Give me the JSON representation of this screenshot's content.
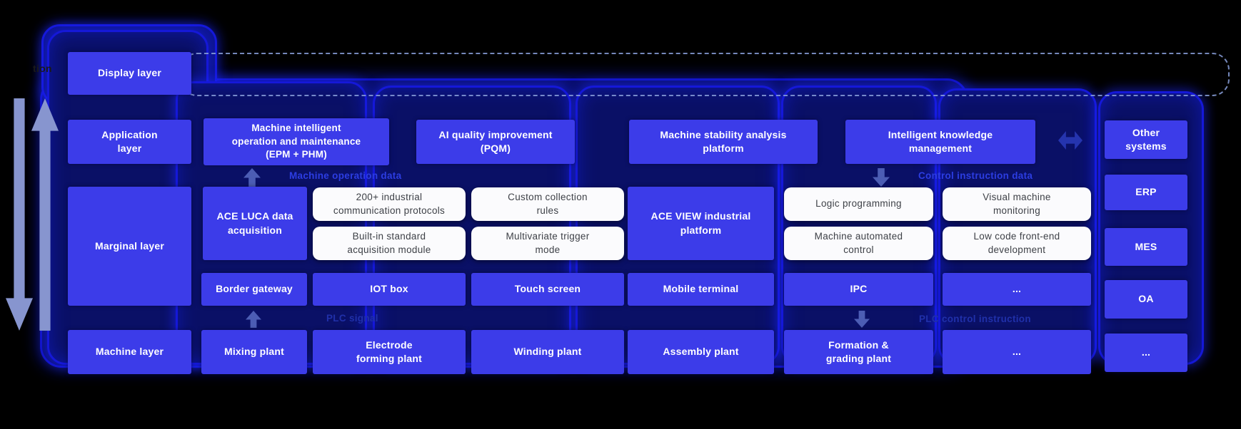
{
  "fragments": {
    "left_partial": "tion"
  },
  "layers": {
    "display": "Display layer",
    "application": "Application\nlayer",
    "marginal": "Marginal layer",
    "machine": "Machine layer"
  },
  "app_row": {
    "machine_om": "Machine intelligent\noperation and maintenance\n(EPM + PHM)",
    "ai_quality": "AI quality improvement\n(PQM)",
    "stability": "Machine stability analysis\nplatform",
    "knowledge": "Intelligent knowledge\nmanagement"
  },
  "external": {
    "other_systems": "Other\nsystems",
    "erp": "ERP",
    "mes": "MES",
    "oa": "OA",
    "more": "..."
  },
  "marginal": {
    "ace_luca": "ACE LUCA data\nacquisition",
    "protocols": "200+ industrial\ncommunication protocols",
    "builtin": "Built-in standard\nacquisition module",
    "custom_rules": "Custom collection\nrules",
    "multivariate": "Multivariate trigger\nmode",
    "ace_view": "ACE VIEW industrial\nplatform",
    "logic": "Logic programming",
    "auto_control": "Machine automated\ncontrol",
    "visual_monitor": "Visual machine\nmonitoring",
    "low_code": "Low code front-end\ndevelopment"
  },
  "devices": {
    "border_gateway": "Border gateway",
    "iot_box": "IOT box",
    "touch_screen": "Touch screen",
    "mobile_terminal": "Mobile terminal",
    "ipc": "IPC",
    "more": "..."
  },
  "machines": {
    "mixing": "Mixing plant",
    "electrode": "Electrode\nforming plant",
    "winding": "Winding plant",
    "assembly": "Assembly plant",
    "formation": "Formation &\ngrading plant",
    "more": "..."
  },
  "flows": {
    "machine_operation_data": "Machine operation data",
    "control_instruction_data": "Control instruction data",
    "plc_signal": "PLC signal",
    "plc_control_instruction": "PLC control instruction"
  },
  "colors": {
    "box_blue": "#3c3ce9",
    "glow_blue": "#1518d8",
    "panel_navy": "#080d52",
    "card_white": "#fbfbfd",
    "flow_bright": "#2c3de2",
    "flow_dim": "#2030aa",
    "rail_periwinkle": "#8795cf",
    "dashed_outline": "#8aa0dc"
  }
}
